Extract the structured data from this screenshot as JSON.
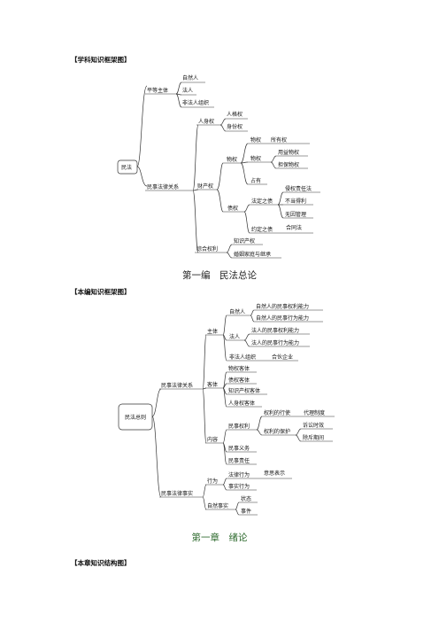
{
  "headings": {
    "discipline_map": "【学科知识框架图】",
    "part_map": "【本编知识框架图】",
    "chapter_map": "【本章知识结构图】"
  },
  "titles": {
    "part": "第一编　民法总论",
    "chapter": "第一章　绪论"
  },
  "map1": {
    "root": "民法",
    "n_equal_subject": "平等主体",
    "n_natural_person": "自然人",
    "n_legal_person": "法人",
    "n_non_legal_org": "非法人组织",
    "n_civil_relation": "民事法律关系",
    "n_personal_right": "人身权",
    "n_personality_right": "人格权",
    "n_identity_right": "身份权",
    "n_property_right": "财产权",
    "n_real_right": "物权",
    "n_ownership": "所有权",
    "n_usufruct": "用益物权",
    "n_security_right": "担保物权",
    "n_possession": "占有",
    "n_creditor_right": "债权",
    "n_statutory_debt": "法定之债",
    "n_tort": "侵权责任法",
    "n_unjust_enrichment": "不当得利",
    "n_negotiorum": "无因管理",
    "n_contract_debt": "约定之债",
    "n_contract_law": "合同法",
    "n_comprehensive": "综合权利",
    "n_ip": "知识产权",
    "n_marriage": "婚姻家庭与继承"
  },
  "map2": {
    "root": "民法总则",
    "n_relation": "民事法律关系",
    "n_subject": "主体",
    "n_natural": "自然人",
    "n_nat_capacity_right": "自然人的民事权利能力",
    "n_nat_capacity_act": "自然人的民事行为能力",
    "n_legal": "法人",
    "n_leg_capacity_right": "法人的民事权利能力",
    "n_leg_capacity_act": "法人的民事行为能力",
    "n_nonlegal": "非法人组织",
    "n_partnership": "合伙企业",
    "n_object": "客体",
    "n_obj_thing": "物权客体",
    "n_obj_debt": "债权客体",
    "n_obj_ip": "知识产权客体",
    "n_obj_person": "人身权客体",
    "n_content": "内容",
    "n_civil_right": "民事权利",
    "n_exercise": "权利的行使",
    "n_agency": "代理制度",
    "n_protection": "权利的保护",
    "n_limitation": "诉讼时效",
    "n_exclusion": "除斥期间",
    "n_civil_duty": "民事义务",
    "n_civil_liability": "民事责任",
    "n_fact": "民事法律事实",
    "n_act": "行为",
    "n_legal_act": "法律行为",
    "n_intent": "意思表示",
    "n_factual_act": "事实行为",
    "n_natural_fact": "自然事实",
    "n_state": "状态",
    "n_event": "事件"
  }
}
